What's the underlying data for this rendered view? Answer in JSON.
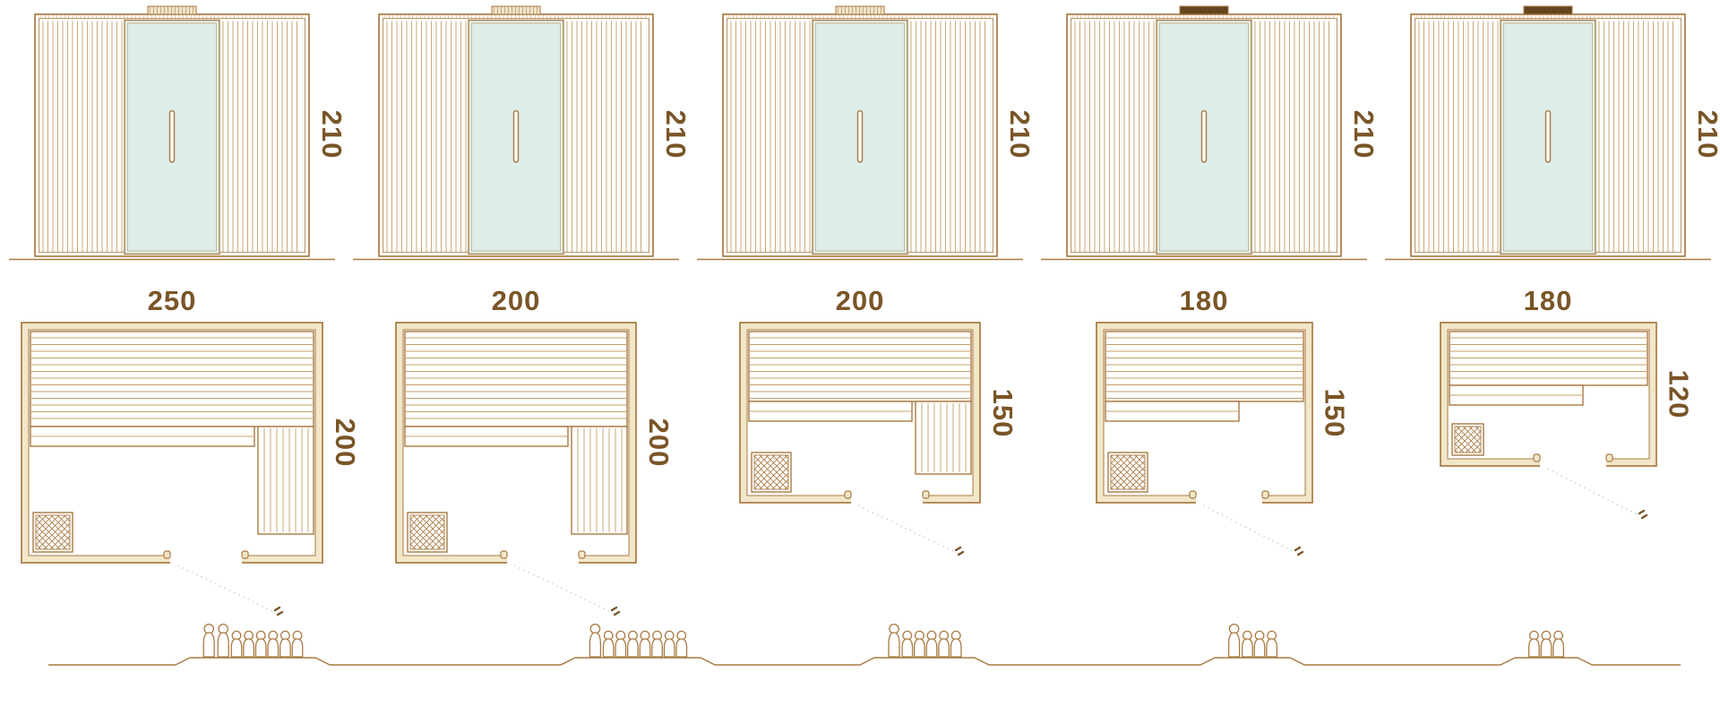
{
  "colors": {
    "wood": "#a87a42",
    "wood_light": "#c4a069",
    "wood_dark": "#63451f",
    "glass": "#ddeeea",
    "wall": "#f2e7ca",
    "text": "#7a5527",
    "swing": "#c5ded7"
  },
  "saunas": [
    {
      "width_label": "250",
      "depth_label": "200",
      "height_label": "210",
      "width_cm": 250,
      "depth_cm": 200,
      "height_cm": 210,
      "capacity": 8,
      "standing": 2,
      "top_cap": "hatch",
      "right_bench": true
    },
    {
      "width_label": "200",
      "depth_label": "200",
      "height_label": "210",
      "width_cm": 200,
      "depth_cm": 200,
      "height_cm": 210,
      "capacity": 8,
      "standing": 1,
      "top_cap": "hatch",
      "right_bench": true
    },
    {
      "width_label": "200",
      "depth_label": "150",
      "height_label": "210",
      "width_cm": 200,
      "depth_cm": 150,
      "height_cm": 210,
      "capacity": 6,
      "standing": 1,
      "top_cap": "hatch",
      "right_bench": true
    },
    {
      "width_label": "180",
      "depth_label": "150",
      "height_label": "210",
      "width_cm": 180,
      "depth_cm": 150,
      "height_cm": 210,
      "capacity": 4,
      "standing": 1,
      "top_cap": "solid",
      "right_bench": false
    },
    {
      "width_label": "180",
      "depth_label": "120",
      "height_label": "210",
      "width_cm": 180,
      "depth_cm": 120,
      "height_cm": 210,
      "capacity": 3,
      "standing": 0,
      "top_cap": "solid",
      "right_bench": false
    }
  ]
}
